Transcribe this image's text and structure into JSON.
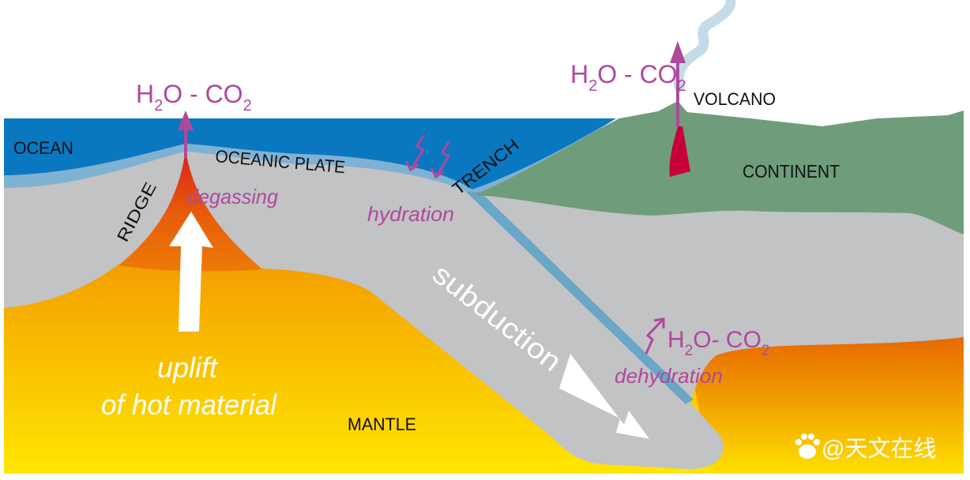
{
  "title": "Subduction and plate tectonics volatile cycle",
  "labels": {
    "ocean": "OCEAN",
    "oceanic_plate": "OCEANIC PLATE",
    "trench": "TRENCH",
    "ridge": "RIDGE",
    "volcano": "VOLCANO",
    "continent": "CONTINENT",
    "mantle": "MANTLE",
    "degassing": "degassing",
    "hydration": "hydration",
    "dehydration": "dehydration",
    "subduction": "subduction",
    "uplift_line1": "uplift",
    "uplift_line2": "of hot material"
  },
  "gas_ridge": {
    "a": "H",
    "s1": "2",
    "b": "O - CO",
    "s2": "2"
  },
  "gas_volcano": {
    "a": "H",
    "s1": "2",
    "b": "O - CO",
    "s2": "2"
  },
  "gas_dehydration": {
    "a": "H",
    "s1": "2",
    "b": "O- CO",
    "s2": "2"
  },
  "watermark": "@天文在线",
  "colors": {
    "ocean": "#0a78c0",
    "oceanic_crust": "#7fb2d2",
    "lithosphere": "#c2c3c5",
    "continent": "#6f9d7b",
    "magma": "#c8003a",
    "gas_arrow": "#b0489c",
    "mantle_top": "#e8700a",
    "mantle_bottom": "#ffe400"
  }
}
